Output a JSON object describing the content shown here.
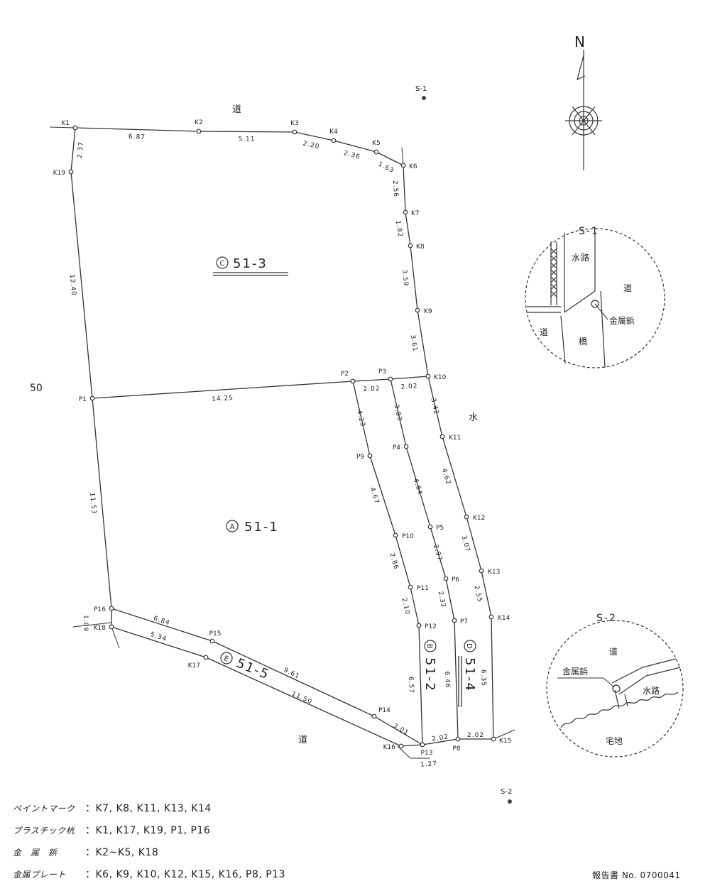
{
  "north_label": "N",
  "side_number": "50",
  "roads": [
    "道",
    "道"
  ],
  "water_label": "水",
  "survey_points": [
    {
      "id": "K1",
      "label": "K1"
    },
    {
      "id": "K2",
      "label": "K2"
    },
    {
      "id": "K3",
      "label": "K3"
    },
    {
      "id": "K4",
      "label": "K4"
    },
    {
      "id": "K5",
      "label": "K5"
    },
    {
      "id": "K6",
      "label": "K6"
    },
    {
      "id": "K7",
      "label": "K7"
    },
    {
      "id": "K8",
      "label": "K8"
    },
    {
      "id": "K9",
      "label": "K9"
    },
    {
      "id": "K10",
      "label": "K10"
    },
    {
      "id": "K11",
      "label": "K11"
    },
    {
      "id": "K12",
      "label": "K12"
    },
    {
      "id": "K13",
      "label": "K13"
    },
    {
      "id": "K14",
      "label": "K14"
    },
    {
      "id": "K15",
      "label": "K15"
    },
    {
      "id": "K16",
      "label": "K16"
    },
    {
      "id": "K17",
      "label": "K17"
    },
    {
      "id": "K18",
      "label": "K18"
    },
    {
      "id": "K19",
      "label": "K19"
    },
    {
      "id": "P1",
      "label": "P1"
    },
    {
      "id": "P2",
      "label": "P2"
    },
    {
      "id": "P3",
      "label": "P3"
    },
    {
      "id": "P4",
      "label": "P4"
    },
    {
      "id": "P5",
      "label": "P5"
    },
    {
      "id": "P6",
      "label": "P6"
    },
    {
      "id": "P7",
      "label": "P7"
    },
    {
      "id": "P8",
      "label": "P8"
    },
    {
      "id": "P9",
      "label": "P9"
    },
    {
      "id": "P10",
      "label": "P10"
    },
    {
      "id": "P11",
      "label": "P11"
    },
    {
      "id": "P12",
      "label": "P12"
    },
    {
      "id": "P13",
      "label": "P13"
    },
    {
      "id": "P14",
      "label": "P14"
    },
    {
      "id": "P15",
      "label": "P15"
    },
    {
      "id": "P16",
      "label": "P16"
    }
  ],
  "distances": [
    {
      "from": "K1",
      "to": "K2",
      "label": "6.87"
    },
    {
      "from": "K2",
      "to": "K3",
      "label": "5.11"
    },
    {
      "from": "K3",
      "to": "K4",
      "label": "2.20"
    },
    {
      "from": "K4",
      "to": "K5",
      "label": "2.36"
    },
    {
      "from": "K5",
      "to": "K6",
      "label": "1.63"
    },
    {
      "from": "K1",
      "to": "K19",
      "label": "2.37"
    },
    {
      "from": "K19",
      "to": "P1",
      "label": "12.40"
    },
    {
      "from": "K6",
      "to": "K7",
      "label": "2.56"
    },
    {
      "from": "K7",
      "to": "K8",
      "label": "1.82"
    },
    {
      "from": "K8",
      "to": "K9",
      "label": "3.59"
    },
    {
      "from": "K9",
      "to": "K10",
      "label": "3.61"
    },
    {
      "from": "P1",
      "to": "P2",
      "label": "14.25"
    },
    {
      "from": "P2",
      "to": "P3",
      "label": "2.02"
    },
    {
      "from": "P3",
      "to": "K10",
      "label": "2.02"
    },
    {
      "from": "P2",
      "to": "P9",
      "label": "4.23"
    },
    {
      "from": "P3",
      "to": "P4",
      "label": "3.83"
    },
    {
      "from": "K10",
      "to": "K11",
      "label": "3.42"
    },
    {
      "from": "P9",
      "to": "P10",
      "label": "4.67"
    },
    {
      "from": "P4",
      "to": "P5",
      "label": "4.64"
    },
    {
      "from": "K11",
      "to": "K12",
      "label": "4.62"
    },
    {
      "from": "P1",
      "to": "P16",
      "label": "11.53"
    },
    {
      "from": "P10",
      "to": "P11",
      "label": "2.86"
    },
    {
      "from": "P5",
      "to": "P6",
      "label": "2.97"
    },
    {
      "from": "K12",
      "to": "K13",
      "label": "3.07"
    },
    {
      "from": "P11",
      "to": "P12",
      "label": "2.10"
    },
    {
      "from": "P6",
      "to": "P7",
      "label": "2.32"
    },
    {
      "from": "K13",
      "to": "K14",
      "label": "2.55"
    },
    {
      "from": "P16",
      "to": "P15",
      "label": "6.84"
    },
    {
      "from": "K18",
      "to": "K17",
      "label": "5.34"
    },
    {
      "from": "P15",
      "to": "P14",
      "label": "9.61"
    },
    {
      "from": "K17",
      "to": "K16",
      "label": "11.50"
    },
    {
      "from": "P14",
      "to": "P13",
      "label": "3.01"
    },
    {
      "from": "P12",
      "to": "P13",
      "label": "6.57"
    },
    {
      "from": "P7",
      "to": "P8",
      "label": "6.46"
    },
    {
      "from": "K14",
      "to": "K15",
      "label": "6.35"
    },
    {
      "from": "P13",
      "to": "P8",
      "label": "2.02"
    },
    {
      "from": "P8",
      "to": "K15",
      "label": "2.02"
    },
    {
      "from": "P16",
      "to": "K18",
      "label": "1.09"
    },
    {
      "from": "K16",
      "to": "P13",
      "label": "1.27"
    }
  ],
  "parcels": [
    {
      "id": "C",
      "symbol": "C",
      "number": "51-3"
    },
    {
      "id": "A",
      "symbol": "A",
      "number": "51-1"
    },
    {
      "id": "B",
      "symbol": "B",
      "number": "51-2"
    },
    {
      "id": "D",
      "symbol": "D",
      "number": "51-4"
    },
    {
      "id": "E",
      "symbol": "E",
      "number": "51-5"
    }
  ],
  "markers": [
    {
      "id": "S1",
      "label": "S-1"
    },
    {
      "id": "S2",
      "label": "S-2"
    }
  ],
  "insets": [
    {
      "id": "S1",
      "title": "S-1",
      "texts": [
        "水",
        "路",
        "道",
        "道",
        "橋",
        "金属鋲"
      ]
    },
    {
      "id": "S2",
      "title": "S-2",
      "texts": [
        "道",
        "金属鋲",
        "水路",
        "宅地"
      ]
    }
  ],
  "legend": [
    {
      "label": "ペイントマーク",
      "value": "：K7, K8, K11, K13, K14"
    },
    {
      "label": "プラスチック杭",
      "value": "：K1, K17, K19, P1, P16"
    },
    {
      "label": "金　属　鋲",
      "value": "：K2~K5, K18"
    },
    {
      "label": "金属プレート",
      "value": "：K6, K9, K10, K12, K15, K16, P8, P13"
    }
  ],
  "report_number": "報告書 No. 0700041"
}
